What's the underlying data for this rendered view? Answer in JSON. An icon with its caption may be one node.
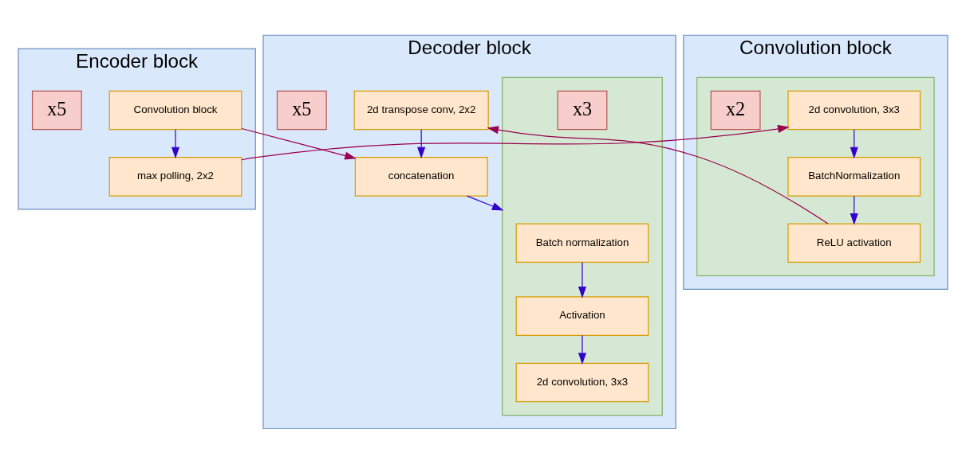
{
  "diagram": {
    "nodes": [
      {
        "text": [
          "Encoder block"
        ]
      },
      {
        "text": [
          "Convolution block"
        ],
        "in": 0
      },
      {
        "text": [
          "max polling, 2x2"
        ],
        "in": 0
      },
      {
        "text": [
          "x5"
        ],
        "in": 0
      },
      {
        "text": [
          "Convolution block"
        ]
      },
      {
        "text": [],
        "shape": "box",
        "in": 4
      },
      {
        "text": [
          "2d convolution, 3x3"
        ],
        "in": 5
      },
      {
        "text": [
          "BatchNormalization"
        ],
        "in": 5
      },
      {
        "text": [
          "ReLU activation"
        ],
        "in": 5
      },
      {
        "text": [
          "x2"
        ],
        "in": 5
      },
      {
        "text": [
          "Decoder block"
        ]
      },
      {
        "text": [
          "2d transpose conv, 2x2"
        ],
        "in": 10
      },
      {
        "text": [
          "concatenation"
        ],
        "in": 10
      },
      {
        "text": [
          "x5"
        ],
        "in": 10
      },
      {
        "text": [],
        "shape": "box",
        "in": 10
      },
      {
        "text": [
          "Batch normalization"
        ],
        "in": 14
      },
      {
        "text": [
          "Activation"
        ],
        "in": 14
      },
      {
        "text": [
          "2d convolution, 3x3"
        ],
        "in": 14
      },
      {
        "text": [
          "x3"
        ],
        "in": 14
      }
    ],
    "edges": [
      {
        "from": 1,
        "to": 2,
        "arrow": "to"
      },
      {
        "from": 2,
        "to": 6,
        "arrow": "to",
        "color": "#99004d"
      },
      {
        "from": 6,
        "to": 7,
        "arrow": "to"
      },
      {
        "from": 7,
        "to": 8,
        "arrow": "to"
      },
      {
        "from": 8,
        "to": 11,
        "arrow": "to",
        "color": "#99004d"
      },
      {
        "from": 1,
        "to": 12,
        "arrow": "to",
        "color": "#99004d"
      },
      {
        "from": 11,
        "to": 12,
        "arrow": "to"
      },
      {
        "from": 12,
        "to": 14,
        "arrow": "to"
      },
      {
        "from": 15,
        "to": 16,
        "arrow": "to"
      },
      {
        "from": 16,
        "to": 17,
        "arrow": "to"
      }
    ]
  }
}
